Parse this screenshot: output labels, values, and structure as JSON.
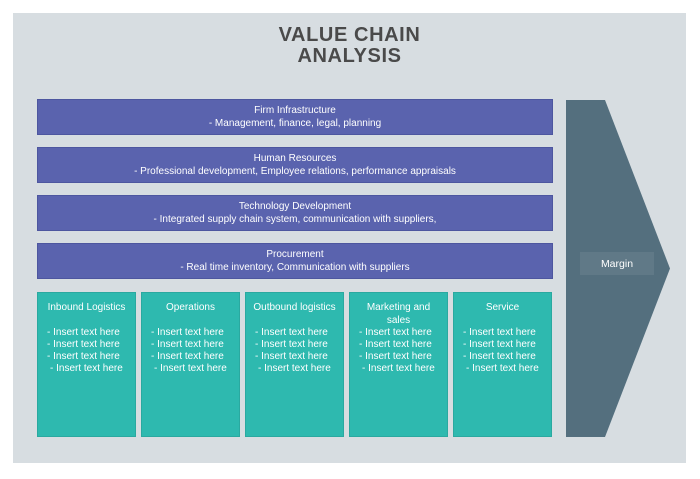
{
  "title": {
    "line1": "VALUE CHAIN",
    "line2": "ANALYSIS"
  },
  "support_activities": [
    {
      "name": "Firm Infrastructure",
      "description": "- Management, finance, legal, planning"
    },
    {
      "name": "Human Resources",
      "description": "- Professional development, Employee relations, performance appraisals"
    },
    {
      "name": "Technology Development",
      "description": "- Integrated supply chain system, communication with suppliers,"
    },
    {
      "name": "Procurement",
      "description": "- Real time inventory, Communication with suppliers"
    }
  ],
  "primary_activities": [
    {
      "name": "Inbound Logistics",
      "items": [
        "- Insert text here",
        "- Insert text here",
        "- Insert text here",
        "- Insert text here"
      ]
    },
    {
      "name": "Operations",
      "items": [
        "- Insert text here",
        "- Insert text here",
        "- Insert text here",
        "- Insert text here"
      ]
    },
    {
      "name": "Outbound logistics",
      "items": [
        "- Insert text here",
        "- Insert text here",
        "- Insert text here",
        "- Insert text here"
      ]
    },
    {
      "name": "Marketing and sales",
      "items": [
        "- Insert text here",
        "- Insert text here",
        "- Insert text here",
        "- Insert text here"
      ]
    },
    {
      "name": "Service",
      "items": [
        "- Insert text here",
        "- Insert text here",
        "- Insert text here",
        "- Insert text here"
      ]
    }
  ],
  "margin_label": "Margin",
  "colors": {
    "bg-card": "#d7dde1",
    "purple": "#5a63ae",
    "purple-border": "#4d569f",
    "teal": "#2eb9af",
    "teal-border": "#2aa9a0",
    "slate": "#546f7e",
    "title-color": "#4a4a4a",
    "white-text": "#ffffff"
  }
}
